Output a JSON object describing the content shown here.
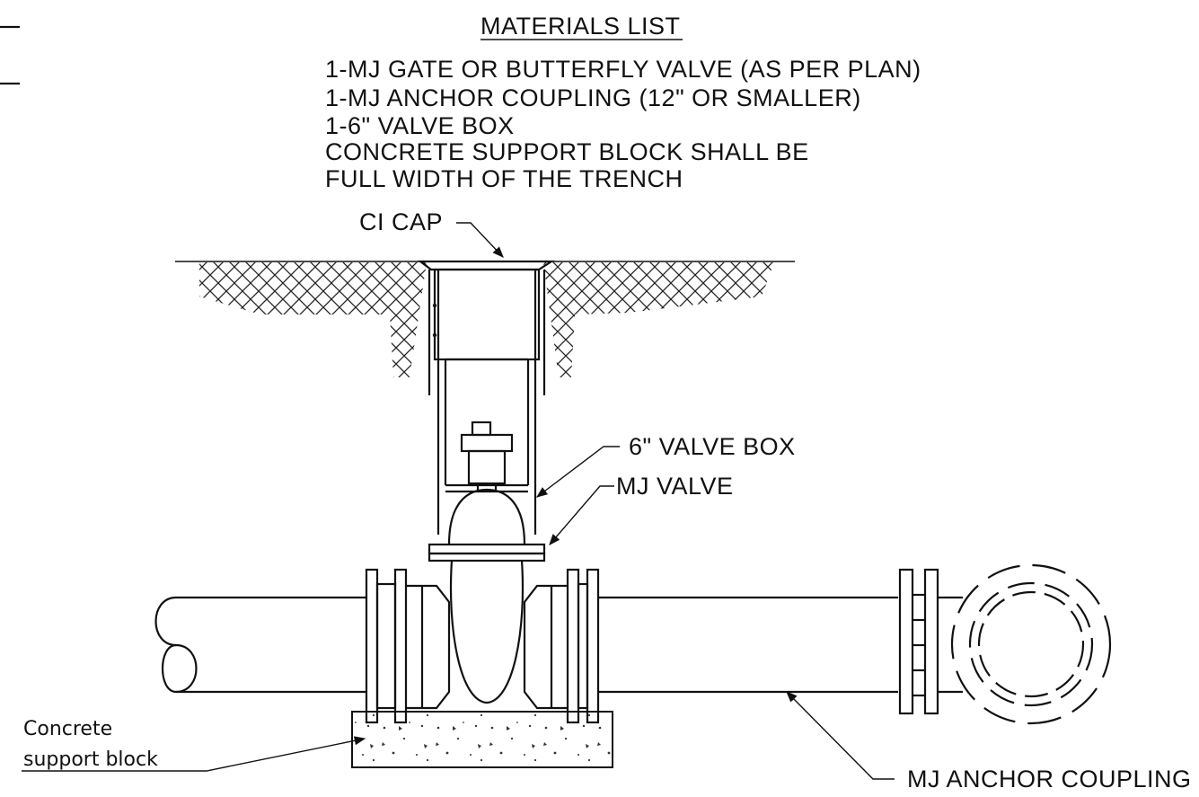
{
  "materials": {
    "heading": "MATERIALS LIST",
    "items": [
      "1-MJ GATE OR BUTTERFLY VALVE (AS PER PLAN)",
      "1-MJ ANCHOR COUPLING (12\" OR SMALLER)",
      "1-6\" VALVE BOX",
      "CONCRETE SUPPORT BLOCK SHALL BE",
      "FULL WIDTH OF THE TRENCH"
    ]
  },
  "callouts": {
    "ci_cap": "CI CAP",
    "valve_box": "6\" VALVE BOX",
    "mj_valve": "MJ VALVE",
    "concrete_line1": "Concrete",
    "concrete_line2": "support block",
    "anchor_coupling": "MJ ANCHOR COUPLING"
  }
}
